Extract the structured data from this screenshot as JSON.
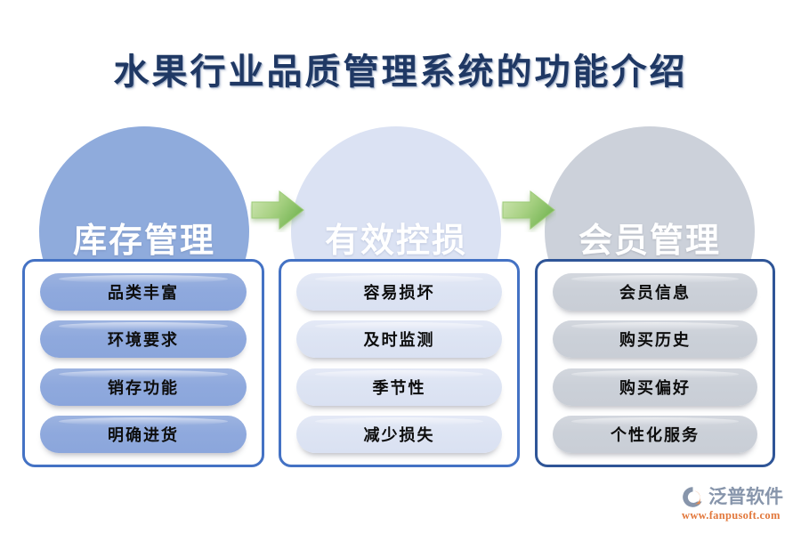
{
  "page": {
    "title": "水果行业品质管理系统的功能介绍",
    "background_color": "#ffffff",
    "title_color": "#1F3864"
  },
  "watermark": {
    "text": "泛普软件"
  },
  "flow": {
    "arrow_color_from": "#c6e0a5",
    "arrow_color_to": "#7dba5a",
    "arrow_icon_name": "green-right-arrow",
    "stages": [
      {
        "id": "inventory",
        "circle_label": "库存管理",
        "circle_color": "#8fabdc",
        "panel_border_color": "#4472c4",
        "pill_color": "#8fa9dd",
        "items": [
          "品类丰富",
          "环境要求",
          "销存功能",
          "明确进货"
        ]
      },
      {
        "id": "loss-control",
        "circle_label": "有效控损",
        "circle_color": "#dbe2f3",
        "panel_border_color": "#4472c4",
        "pill_color": "#dde4f3",
        "items": [
          "容易损坏",
          "及时监测",
          "季节性",
          "减少损失"
        ]
      },
      {
        "id": "membership",
        "circle_label": "会员管理",
        "circle_color": "#ccd1da",
        "panel_border_color": "#2f5597",
        "pill_color": "#cbd0d8",
        "items": [
          "会员信息",
          "购买历史",
          "购买偏好",
          "个性化服务"
        ]
      }
    ]
  },
  "brand": {
    "name": "泛普软件",
    "url": "www.fanpusoft.com",
    "name_color": "#8795ab",
    "url_color": "#e2783c",
    "mark_icon_name": "fanpu-logo-icon"
  }
}
